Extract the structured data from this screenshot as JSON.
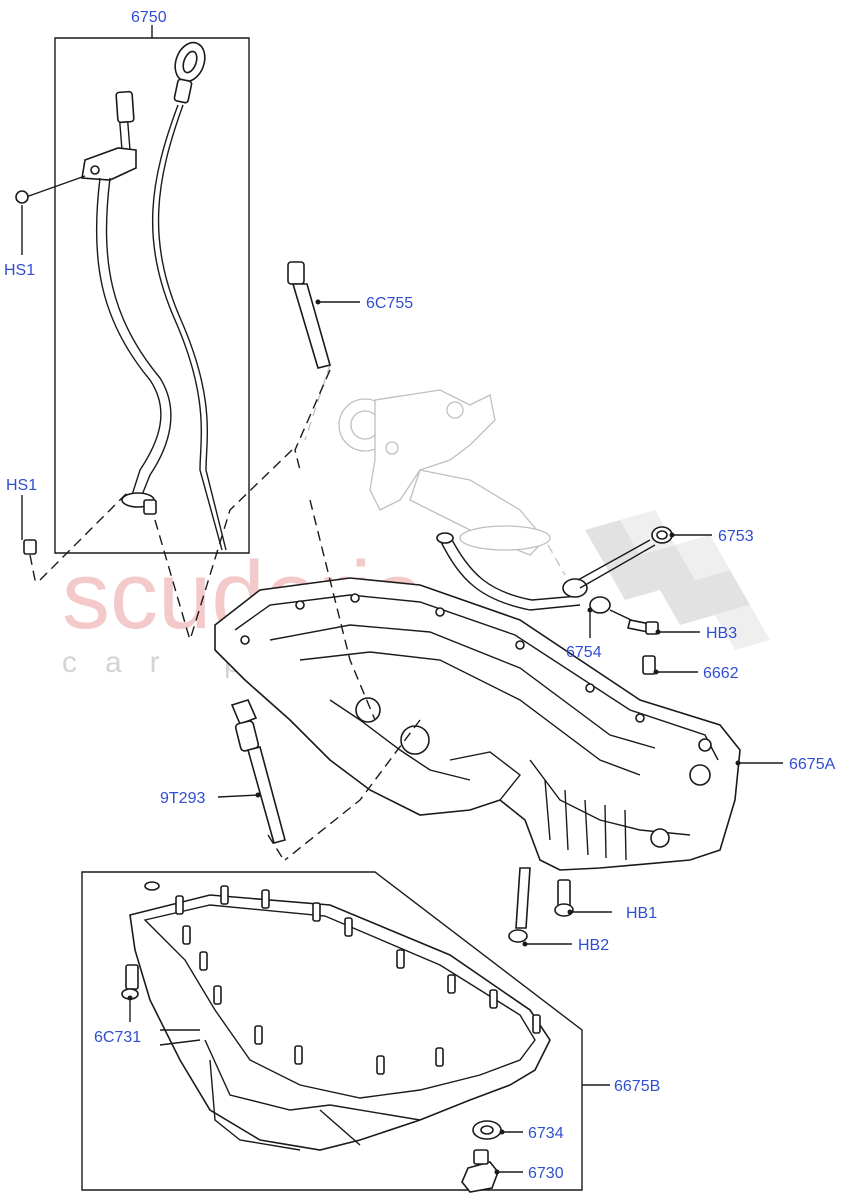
{
  "watermark": {
    "brand": "scuderia",
    "tagline": "car parts"
  },
  "callouts": {
    "c6750": "6750",
    "hs1_top": "HS1",
    "hs1_bottom": "HS1",
    "c6C755": "6C755",
    "c6753": "6753",
    "hb3": "HB3",
    "c6754": "6754",
    "c6662": "6662",
    "c6675A": "6675A",
    "c9T293": "9T293",
    "hb1": "HB1",
    "hb2": "HB2",
    "c6C731": "6C731",
    "c6675B": "6675B",
    "c6734": "6734",
    "c6730": "6730"
  },
  "colors": {
    "callout": "#2f4fd0",
    "line": "#1a1a1a",
    "watermark_red": "#f3c9c9",
    "watermark_grey": "#d4d4d4"
  }
}
